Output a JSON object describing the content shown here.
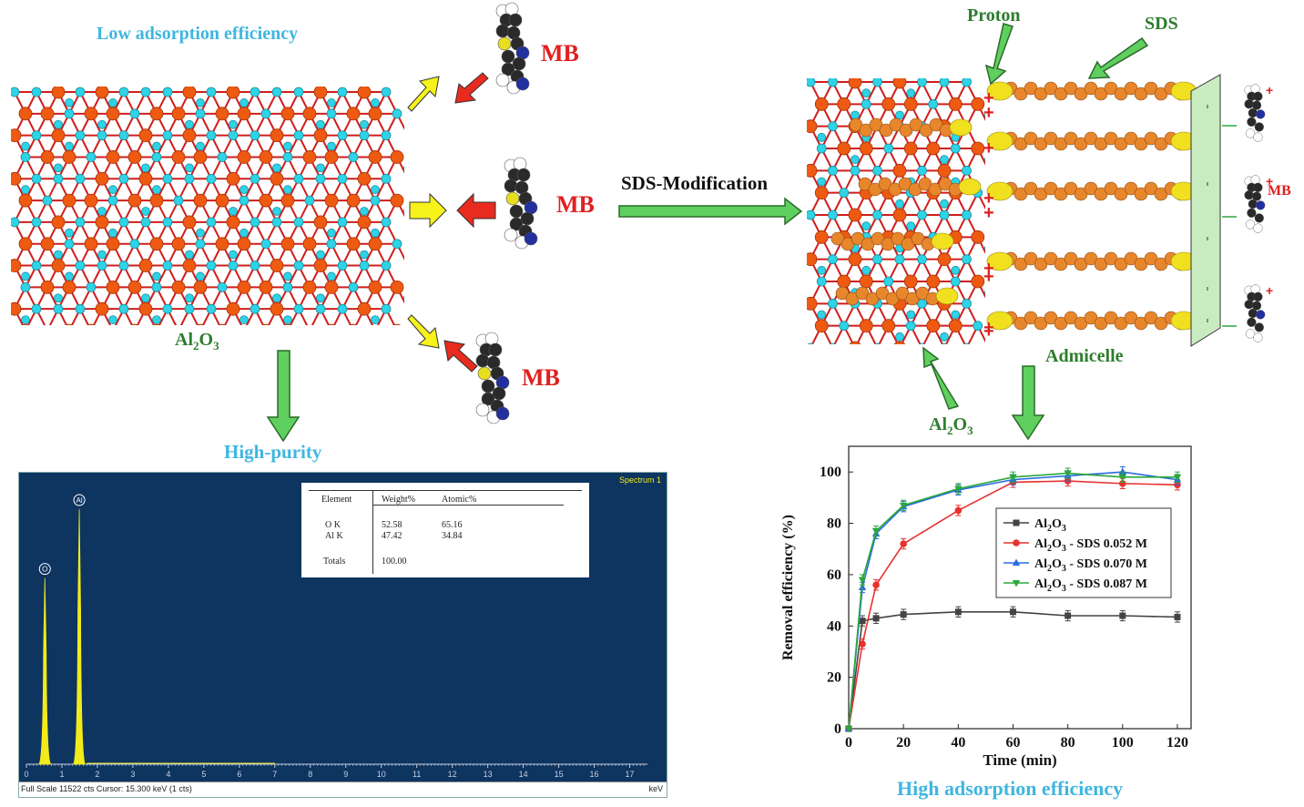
{
  "labels": {
    "low_eff": "Low adsorption efficiency",
    "mb": "MB",
    "al2o3_left": {
      "a": "Al",
      "s1": "2",
      "b": "O",
      "s2": "3"
    },
    "high_purity": "High-purity",
    "sds_mod": "SDS-Modification",
    "proton": "Proton",
    "sds": "SDS",
    "admicelle": "Admicelle",
    "al2o3_right": {
      "a": "Al",
      "s1": "2",
      "b": "O",
      "s2": "3"
    },
    "mb_small": "MB",
    "high_eff": "High adsorption efficiency",
    "plus": "+"
  },
  "eds": {
    "spectrum_label": "Spectrum 1",
    "table": {
      "headers": [
        "Element",
        "Weight%",
        "Atomic%"
      ],
      "rows": [
        [
          "O K",
          "52.58",
          "65.16"
        ],
        [
          "Al K",
          "47.42",
          "34.84"
        ]
      ],
      "totals": [
        "Totals",
        "100.00"
      ]
    },
    "peaks": [
      {
        "label": "O",
        "kev": 0.52,
        "height": 0.73
      },
      {
        "label": "Al",
        "kev": 1.49,
        "height": 1.0
      }
    ],
    "x_ticks": [
      "0",
      "1",
      "2",
      "3",
      "4",
      "5",
      "6",
      "7",
      "8",
      "9",
      "10",
      "11",
      "12",
      "13",
      "14",
      "15",
      "16",
      "17"
    ],
    "x_unit": "keV",
    "footer": "Full Scale 11522 cts  Cursor: 15.300 keV (1 cts)",
    "colors": {
      "bg": "#0e3460",
      "peak": "#f2ea1a"
    }
  },
  "chart_data": {
    "type": "line",
    "xlabel": "Time (min)",
    "ylabel": "Removal efficiency (%)",
    "xlim": [
      0,
      125
    ],
    "ylim": [
      0,
      110
    ],
    "x_ticks": [
      0,
      20,
      40,
      60,
      80,
      100,
      120
    ],
    "y_ticks": [
      0,
      20,
      40,
      60,
      80,
      100
    ],
    "x": [
      0,
      5,
      10,
      20,
      40,
      60,
      80,
      100,
      120
    ],
    "legend_position": "center-right",
    "series": [
      {
        "name": "Al2O3",
        "name_parts": {
          "a": "Al",
          "s1": "2",
          "b": "O",
          "s2": "3",
          "rest": ""
        },
        "color": "#444444",
        "marker": "square",
        "values": [
          0,
          42,
          43,
          44.5,
          45.5,
          45.5,
          44,
          44,
          43.5
        ],
        "err": 2
      },
      {
        "name": "Al2O3 - SDS 0.052 M",
        "name_parts": {
          "a": "Al",
          "s1": "2",
          "b": "O",
          "s2": "3",
          "rest": " - SDS 0.052 M"
        },
        "color": "#e8312e",
        "marker": "circle",
        "values": [
          0,
          33,
          56,
          72,
          85,
          96,
          96.5,
          95.5,
          95
        ],
        "err": 2
      },
      {
        "name": "Al2O3 - SDS 0.070 M",
        "name_parts": {
          "a": "Al",
          "s1": "2",
          "b": "O",
          "s2": "3",
          "rest": " - SDS 0.070 M"
        },
        "color": "#2a6be0",
        "marker": "triangle-up",
        "values": [
          0,
          55,
          76,
          86.5,
          93,
          97,
          98.5,
          100,
          97
        ],
        "err": 2
      },
      {
        "name": "Al2O3 - SDS 0.087 M",
        "name_parts": {
          "a": "Al",
          "s1": "2",
          "b": "O",
          "s2": "3",
          "rest": " - SDS 0.087 M"
        },
        "color": "#2aa83a",
        "marker": "triangle-down",
        "values": [
          0,
          58,
          77,
          87,
          93.5,
          98,
          99.5,
          98,
          98
        ],
        "err": 2
      }
    ]
  }
}
